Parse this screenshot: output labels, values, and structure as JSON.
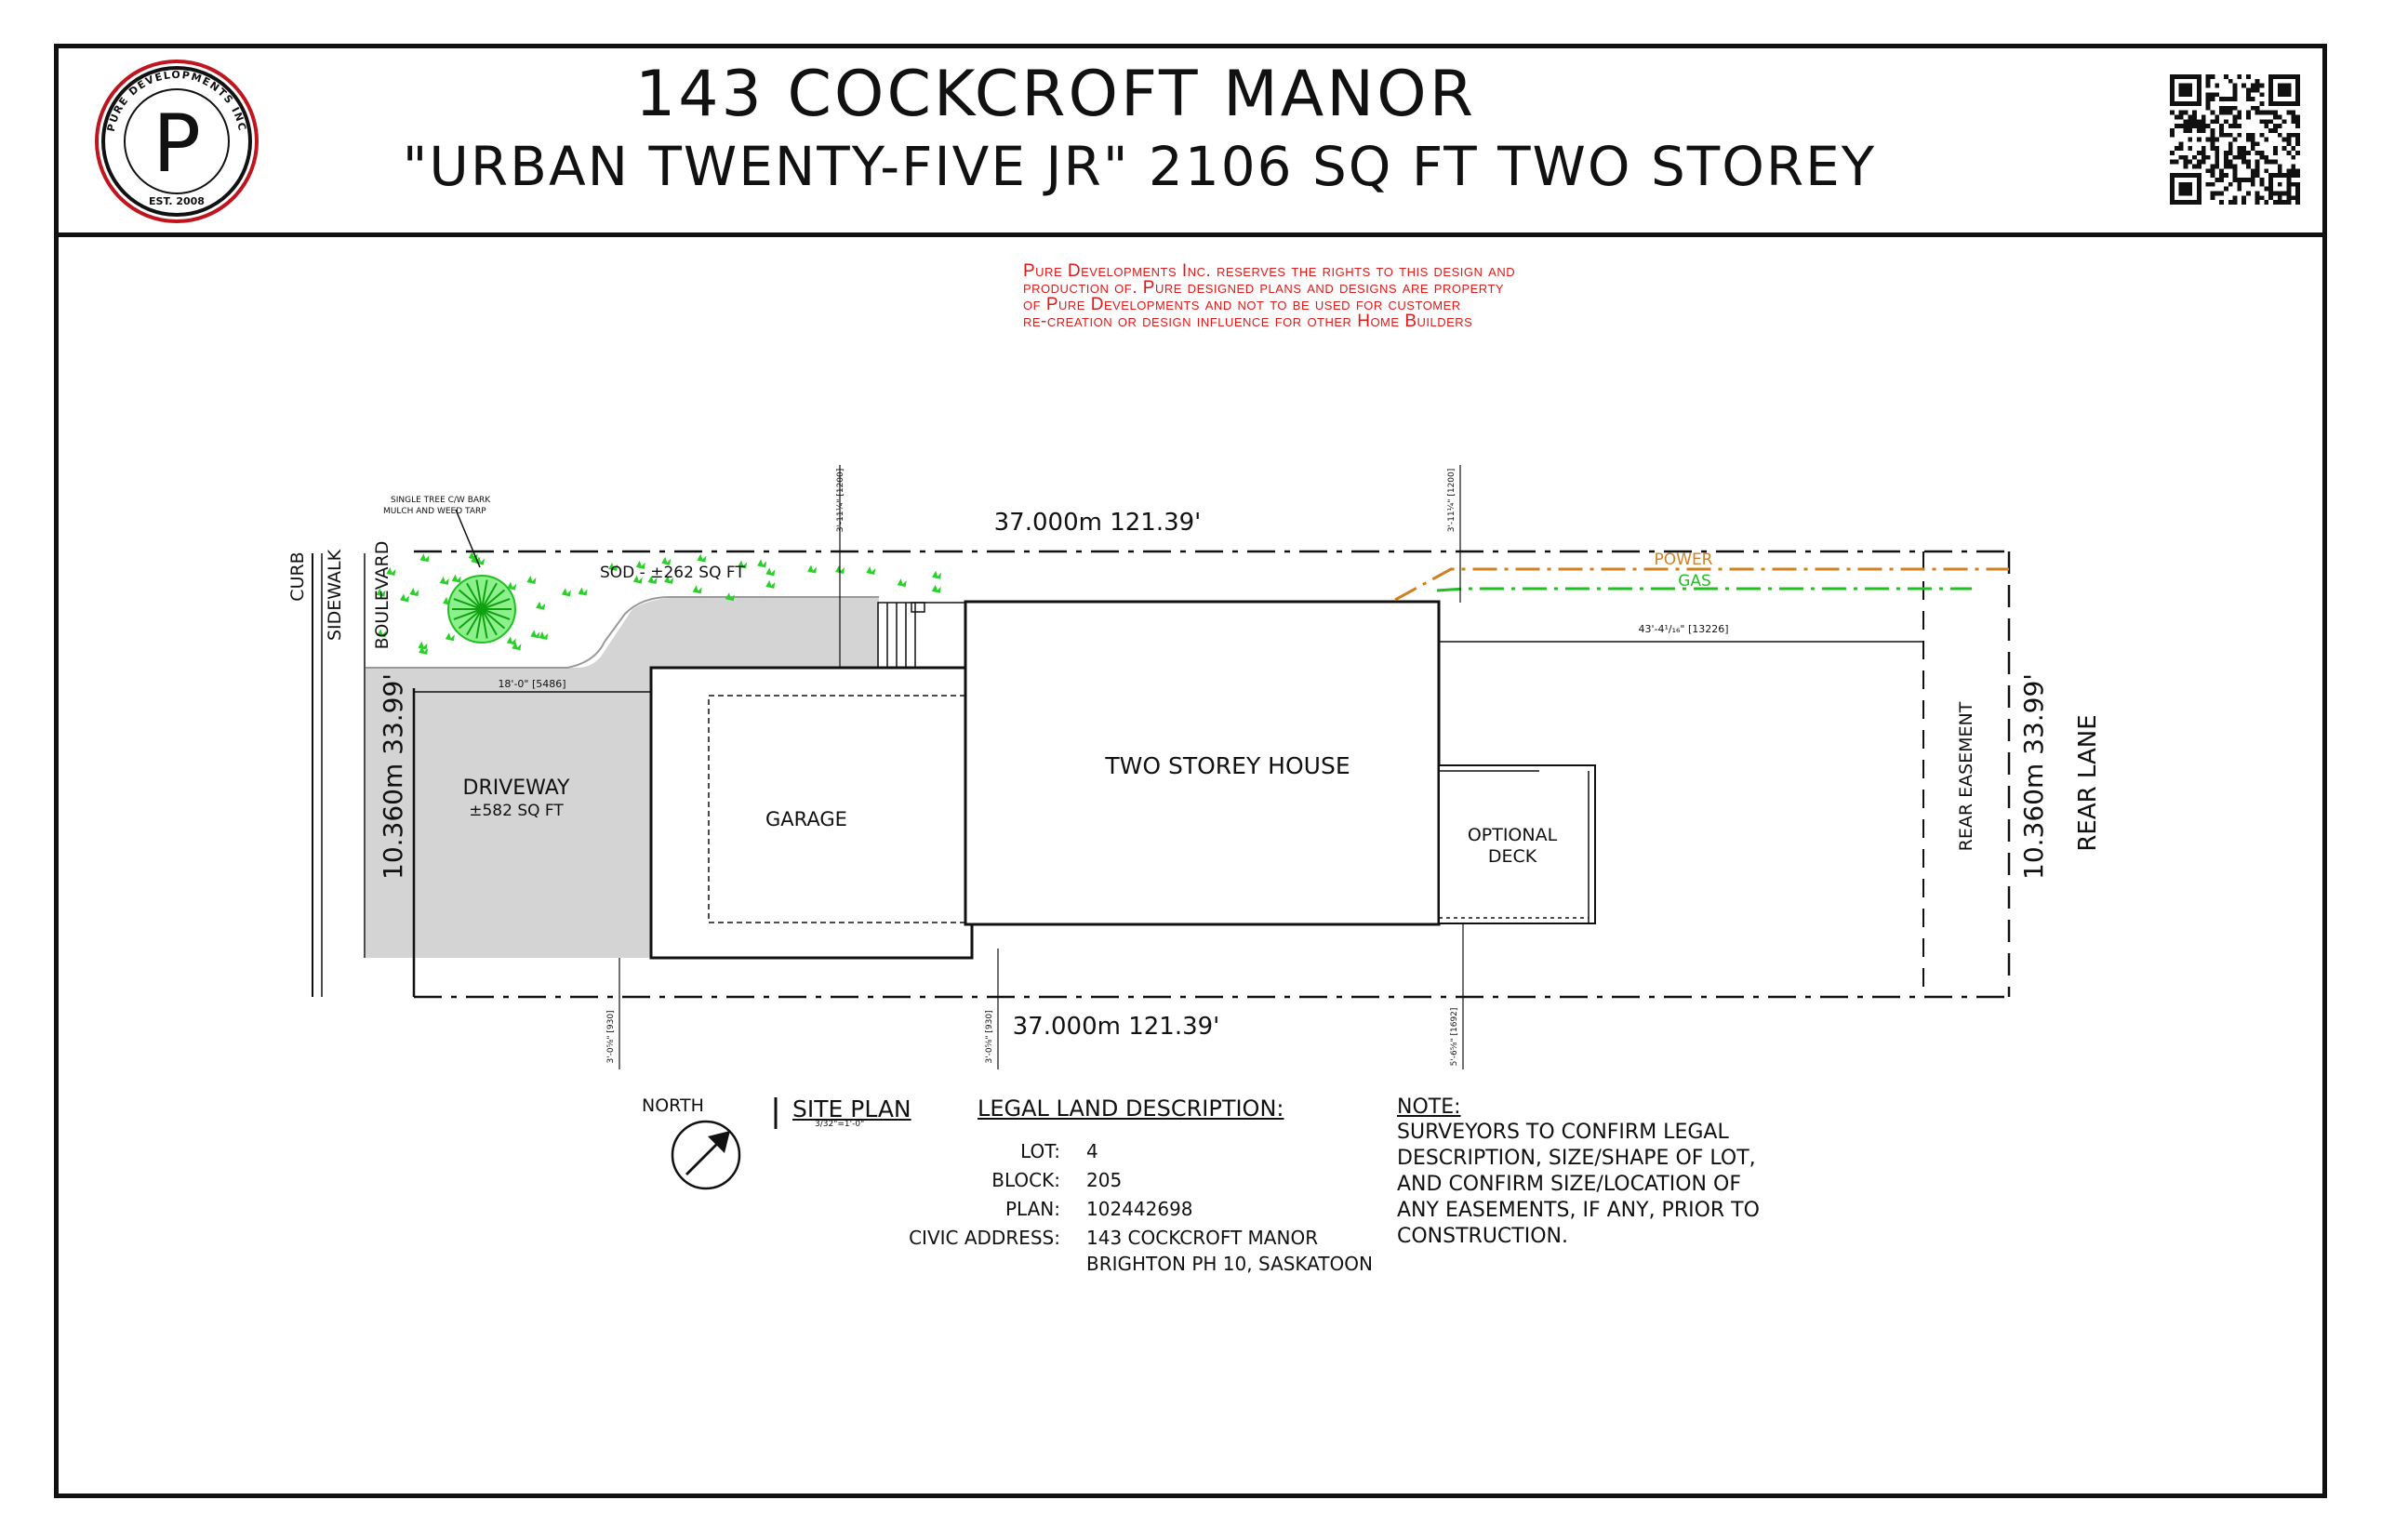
{
  "header": {
    "title": "143 COCKCROFT MANOR",
    "subtitle": "\"URBAN TWENTY-FIVE JR\"  2106 SQ FT TWO STOREY"
  },
  "logo": {
    "letter": "P",
    "ring_text_top": "PURE DEVELOPMENTS INC",
    "ring_text_bottom": "EST. 2008",
    "icon": "pure-developments-logo"
  },
  "qr": {
    "icon": "qr-code-icon"
  },
  "disclaimer": {
    "lines": [
      "Pure Developments Inc. reserves the rights to this design and",
      "production of. Pure designed plans and designs are property",
      "of Pure Developments and not to be used for customer",
      "re-creation or design influence for other Home Builders"
    ],
    "color": "#e01818"
  },
  "plan": {
    "top_dimension": "37.000m 121.39'",
    "bottom_dimension": "37.000m 121.39'",
    "left_dimension": "10.360m 33.99'",
    "right_dimension": "10.360m 33.99'",
    "tree_note": [
      "SINGLE TREE C/W BARK",
      "MULCH AND WEED TARP"
    ],
    "sod_label": "SOD - ±262 SQ FT",
    "curb": "CURB",
    "sidewalk": "SIDEWALK",
    "boulevard": "BOULEVARD",
    "driveway": "DRIVEWAY",
    "driveway_area": "±582 SQ FT",
    "garage": "GARAGE",
    "house": "TWO STOREY HOUSE",
    "deck": [
      "OPTIONAL",
      "DECK"
    ],
    "power": "POWER",
    "gas": "GAS",
    "rear_easement": "REAR EASEMENT",
    "rear_lane": "REAR LANE",
    "dim_driveway_width": "18'-0\" [5486]",
    "dim_rear_yard": "43'-4¹/₁₆\" [13226]",
    "dim_front_setback_top": "3'-11¼\" [1200]",
    "dim_side_setback_top": "3'-11¼\" [1200]",
    "dim_bottom_garage": "3'-0⅝\" [930]",
    "dim_bottom_house": "3'-0⅝\" [930]",
    "dim_bottom_rear": "5'-6⅝\" [1692]",
    "colors": {
      "power": "#d08020",
      "gas": "#20c020",
      "sod_marks": "#28d028",
      "paving": "#d4d4d4"
    }
  },
  "site_plan": {
    "label": "SITE PLAN",
    "scale": "3/32\"=1'-0\"",
    "north_label": "NORTH",
    "north_icon": "north-arrow-icon"
  },
  "legal": {
    "title": "LEGAL LAND DESCRIPTION:",
    "rows": [
      {
        "label": "LOT:",
        "value": "4"
      },
      {
        "label": "BLOCK:",
        "value": "205"
      },
      {
        "label": "PLAN:",
        "value": "102442698"
      },
      {
        "label": "CIVIC ADDRESS:",
        "value": "143 COCKCROFT MANOR"
      }
    ],
    "address_line2": "BRIGHTON PH 10, SASKATOON"
  },
  "note": {
    "title": "NOTE:",
    "lines": [
      "SURVEYORS TO CONFIRM LEGAL",
      "DESCRIPTION, SIZE/SHAPE OF LOT,",
      "AND CONFIRM SIZE/LOCATION OF",
      "ANY EASEMENTS, IF ANY, PRIOR TO",
      "CONSTRUCTION."
    ]
  }
}
